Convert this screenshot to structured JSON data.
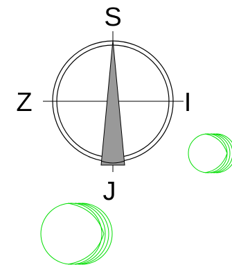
{
  "compass": {
    "labels": {
      "north": "S",
      "south": "J",
      "west": "Z",
      "east": "I"
    },
    "needle_color": "#999999",
    "outline_color": "#000000"
  },
  "moons": {
    "color": "#00dd00",
    "items": [
      {
        "name": "small-moon",
        "phase_arcs": 3
      },
      {
        "name": "large-moon",
        "phase_arcs": 3
      }
    ]
  }
}
